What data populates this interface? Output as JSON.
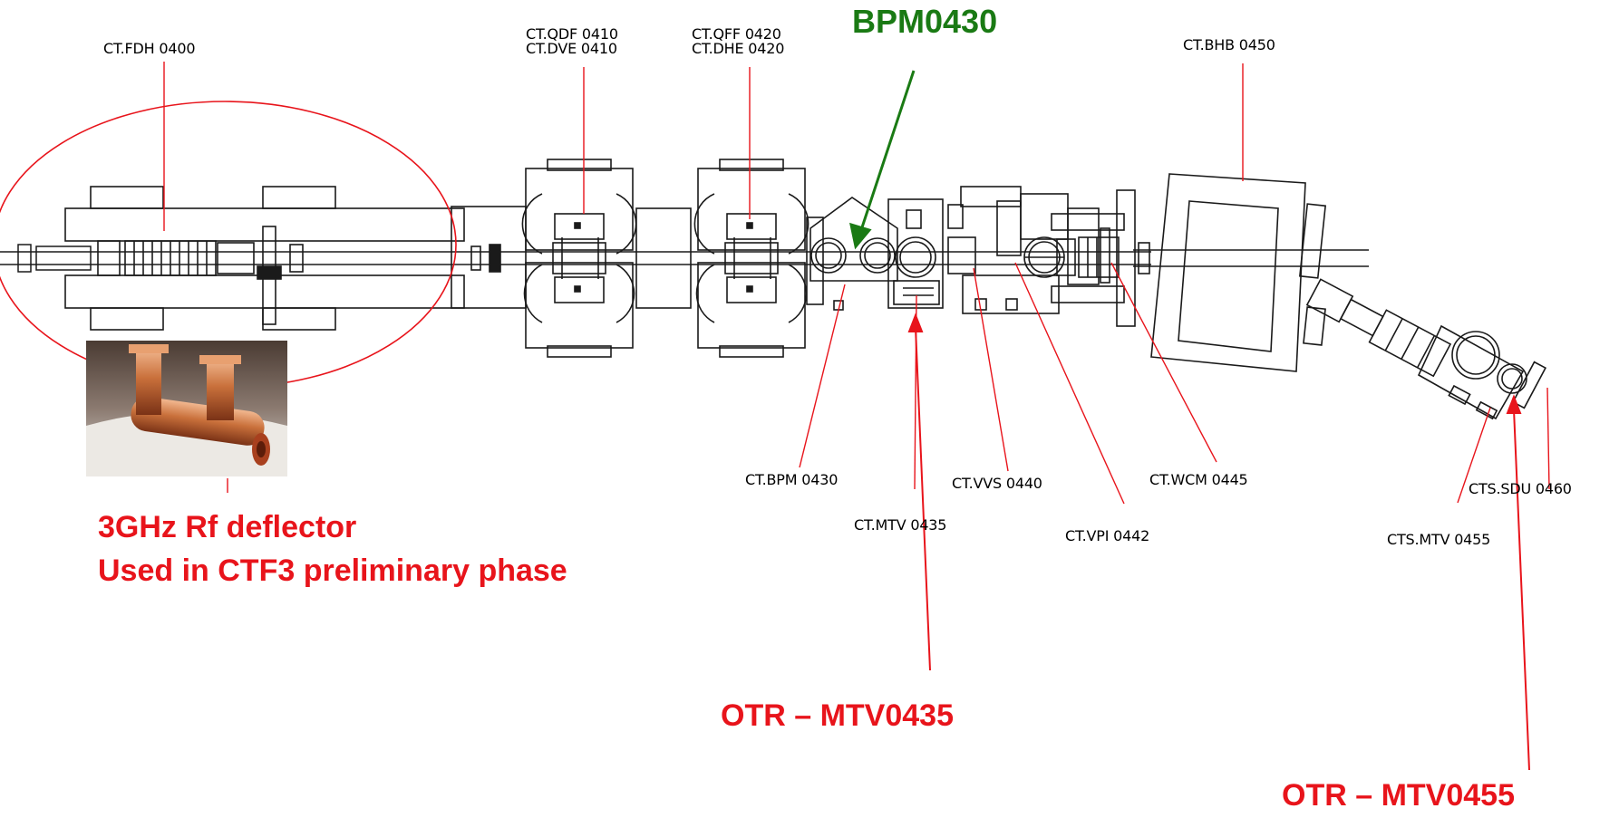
{
  "labels": {
    "fdh": "CT.FDH 0400",
    "qdf": "CT.QDF 0410",
    "dve": "CT.DVE 0410",
    "qff": "CT.QFF 0420",
    "dhe": "CT.DHE 0420",
    "bhb": "CT.BHB 0450",
    "bpm": "CT.BPM 0430",
    "mtv435": "CT.MTV 0435",
    "vvs": "CT.VVS 0440",
    "vpi": "CT.VPI 0442",
    "wcm": "CT.WCM 0445",
    "sdu": "CTS.SDU 0460",
    "mtv455": "CTS.MTV 0455"
  },
  "callouts": {
    "bpm_title": "BPM0430",
    "deflector_line1": "3GHz Rf deflector",
    "deflector_line2": "Used in CTF3 preliminary phase",
    "otr435": "OTR – MTV0435",
    "otr455": "OTR – MTV0455"
  },
  "colors": {
    "leader": "#e8141b",
    "callout_red": "#e8141b",
    "callout_green": "#1a7a14",
    "drawing": "#1a1a1a",
    "copper": "#c7703a"
  }
}
